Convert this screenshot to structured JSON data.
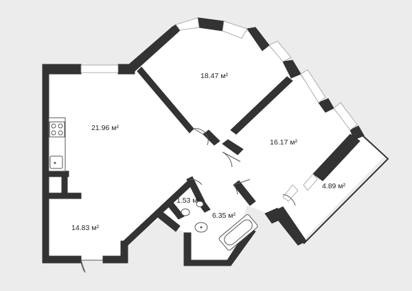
{
  "rooms": [
    {
      "id": "bedroom-top",
      "area": "18.47 м²"
    },
    {
      "id": "living-kitchen",
      "area": "21.96 м²"
    },
    {
      "id": "bedroom-right",
      "area": "16.17 м²"
    },
    {
      "id": "balcony",
      "area": "4.89 м²"
    },
    {
      "id": "wc",
      "area": "1.53 м²"
    },
    {
      "id": "bathroom",
      "area": "6.35 м²"
    },
    {
      "id": "hallway",
      "area": "14.83 м²"
    }
  ],
  "colors": {
    "background": "#ececec",
    "wall": "#333333",
    "floor": "#ffffff"
  },
  "icons": [
    "window-icon",
    "door-swing-icon",
    "stove-icon",
    "sink-icon",
    "toilet-icon",
    "bathtub-icon"
  ]
}
